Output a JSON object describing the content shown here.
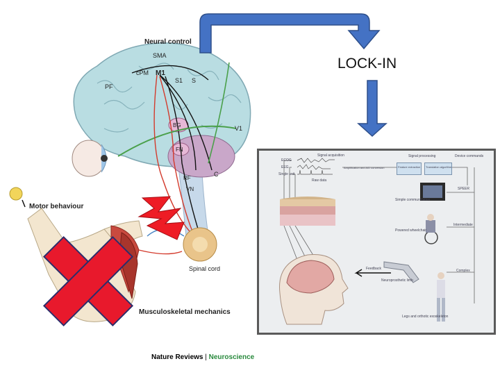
{
  "top_right_label": "LOCK-IN",
  "left_figure": {
    "labels": {
      "neural_control": "Neural control",
      "sma": "SMA",
      "pm": "cPM",
      "m1": "M1",
      "s1": "S1",
      "s": "S",
      "pf": "PF",
      "v1": "V1",
      "bg": "BG",
      "fn": "FN",
      "c": "C",
      "rf": "RF",
      "vn": "VN",
      "spinal_cord": "Spinal cord",
      "motor_behaviour": "Motor behaviour",
      "musculoskeletal": "Musculoskeletal mechanics"
    },
    "credit_main": "Nature Reviews",
    "credit_separator": " | ",
    "credit_sub": "Neuroscience"
  },
  "colors": {
    "brain": "#b9dde2",
    "blue_arrow": "#4472c4",
    "arrow_outline": "#2e4f8a",
    "red_x": "#e8192c",
    "lightning": "#ee1c25",
    "cerebellum": "#c9a7c9",
    "spinal": "#e9c48a",
    "credit_green": "#2a8a3e"
  },
  "right_panel": {
    "labels": {
      "ecog": "ECOG",
      "eeg": "EEG",
      "single_unit": "Single unit",
      "raw_data": "Raw data",
      "amplification": "Signal acquisition",
      "digitizer": "Amplification and A/D conversion",
      "feature_extraction": "Feature extraction",
      "translation": "Translation algorithm",
      "signal_processing": "Signal processing",
      "device_commands": "Device commands",
      "simple_comm": "Simple communication",
      "wheelchair": "Intermediate",
      "complex": "Complex",
      "feedback": "Feedback",
      "robotic_arm": "Neuroprosthetic limb",
      "legs": "Legs and orthotic exoskeleton",
      "speller": "SPEER",
      "powered_wheelchair": "Powered wheelchair"
    }
  }
}
